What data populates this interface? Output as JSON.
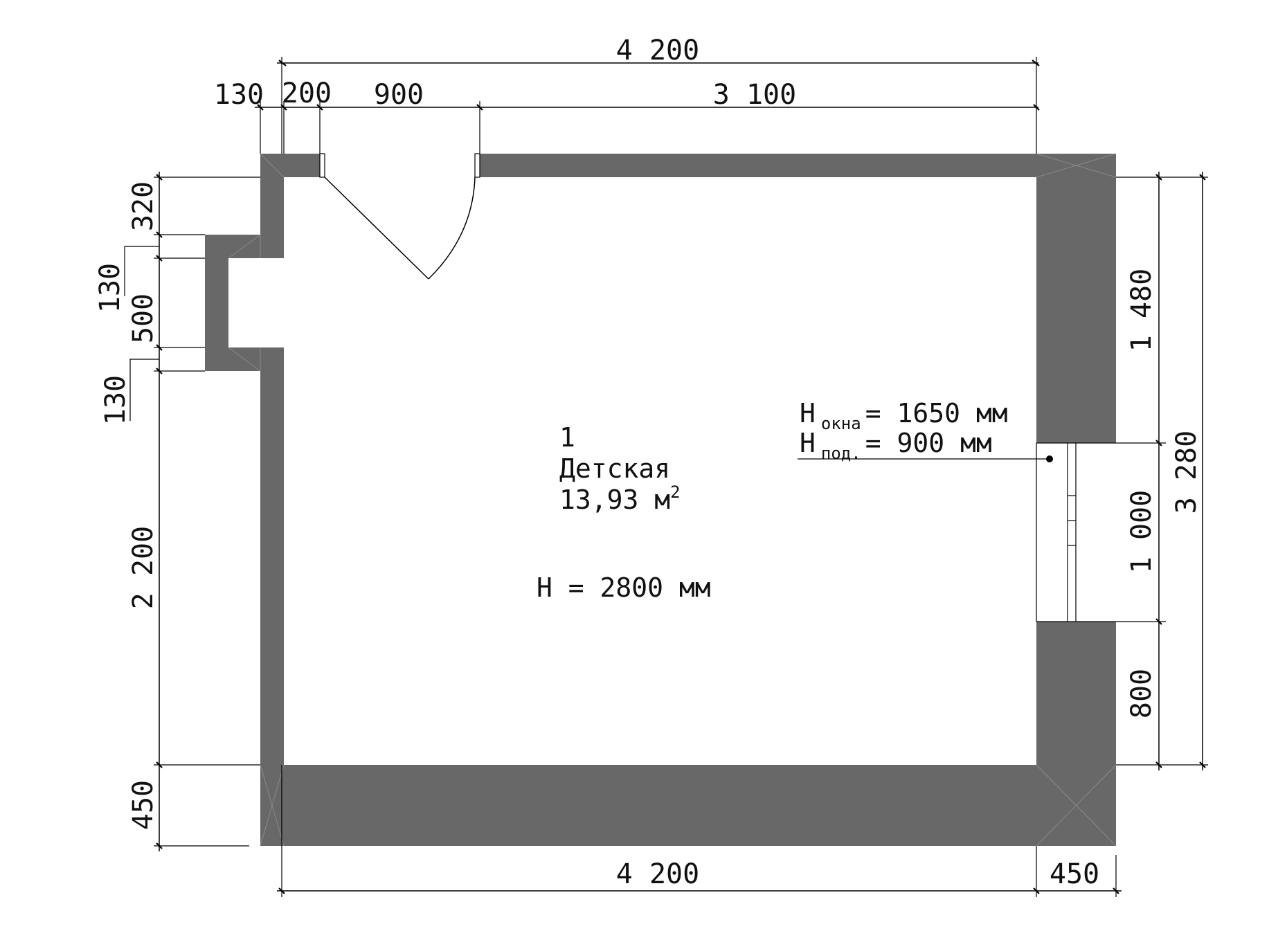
{
  "room": {
    "number": "1",
    "name": "Детская",
    "area": "13,93 м",
    "area_sup": "2",
    "height": "H = 2800 мм"
  },
  "window_note": {
    "line1_h": "H",
    "line1_sub": "окна",
    "line1_val": "= 1650 мм",
    "line2_h": "H",
    "line2_sub": "под.",
    "line2_val": "= 900 мм"
  },
  "dims": {
    "top_overall": "4 200",
    "top_130": "130",
    "top_200": "200",
    "top_900": "900",
    "top_3100": "3 100",
    "bottom_4200": "4 200",
    "bottom_450": "450",
    "left_320": "320",
    "left_130a": "130",
    "left_500": "500",
    "left_130b": "130",
    "left_2200": "2 200",
    "left_450": "450",
    "right_1480": "1 480",
    "right_1000": "1 000",
    "right_800": "800",
    "right_3280": "3 280"
  },
  "colors": {
    "wall": "#686868",
    "line": "#000000",
    "background": "#ffffff"
  }
}
